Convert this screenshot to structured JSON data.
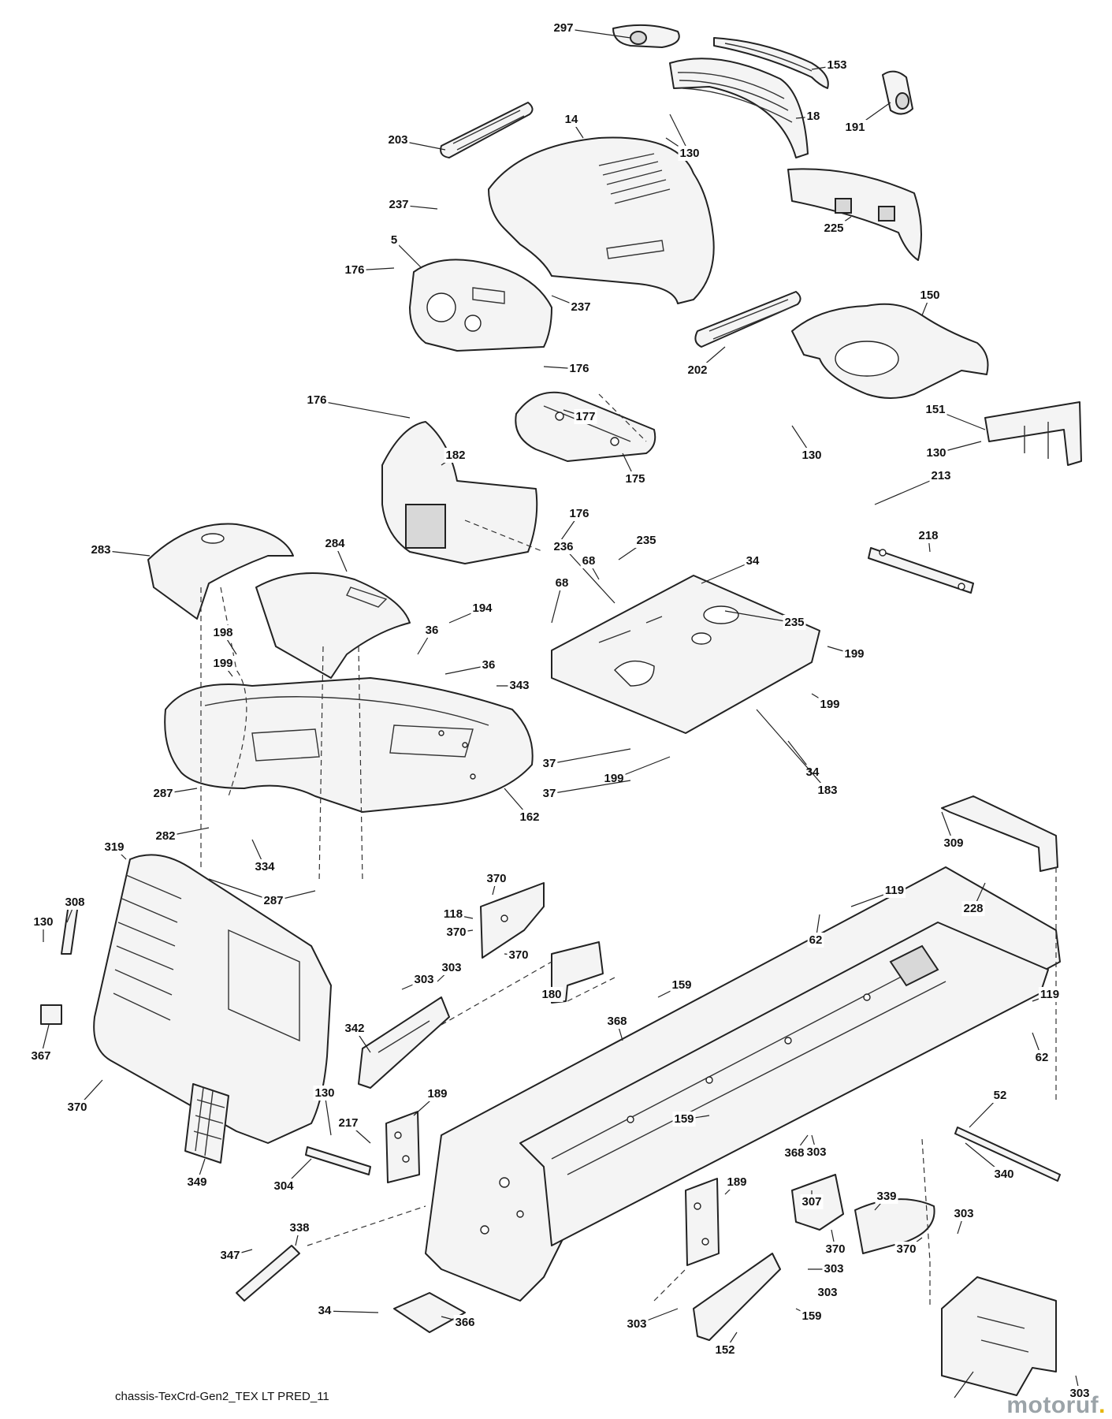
{
  "caption": "chassis-TexCrd-Gen2_TEX LT PRED_11",
  "logo": {
    "text": "motoruf",
    "accent_color": "#e5b400",
    "text_color": "#9ba3a8"
  },
  "callouts": [
    "297",
    "153",
    "191",
    "18",
    "203",
    "14",
    "130",
    "225",
    "237",
    "5",
    "176",
    "150",
    "202",
    "177",
    "151",
    "175",
    "182",
    "213",
    "218",
    "283",
    "284",
    "236",
    "235",
    "68",
    "34",
    "198",
    "199",
    "36",
    "194",
    "343",
    "183",
    "37",
    "162",
    "287",
    "282",
    "334",
    "309",
    "319",
    "308",
    "370",
    "118",
    "119",
    "62",
    "228",
    "159",
    "303",
    "180",
    "368",
    "367",
    "342",
    "189",
    "217",
    "52",
    "340",
    "349",
    "304",
    "307",
    "339",
    "338",
    "347",
    "366",
    "152"
  ]
}
